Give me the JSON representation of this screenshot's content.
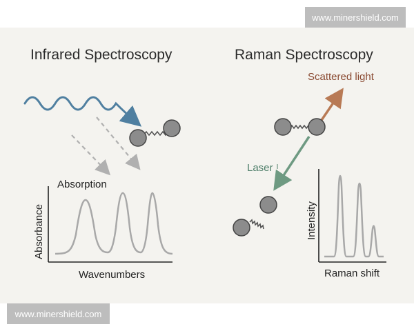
{
  "watermark": {
    "top": "www.minershield.com",
    "bottom": "www.minershield.com"
  },
  "infrared": {
    "title": "Infrared Spectroscopy",
    "peak_label": "Absorption",
    "y_axis_label": "Absorbance",
    "x_axis_label": "Wavenumbers"
  },
  "raman": {
    "title": "Raman Spectroscopy",
    "scattered_label": "Scattered light",
    "laser_label": "Laser",
    "y_axis_label": "Intensity",
    "x_axis_label": "Raman shift"
  },
  "colors": {
    "wave": "#4f7fa0",
    "scattered": "#b87a55",
    "laser": "#6e9a82",
    "atom": "#8c8c8c",
    "spectrum": "#a8a8a8",
    "dashed": "#b0b0b0"
  }
}
